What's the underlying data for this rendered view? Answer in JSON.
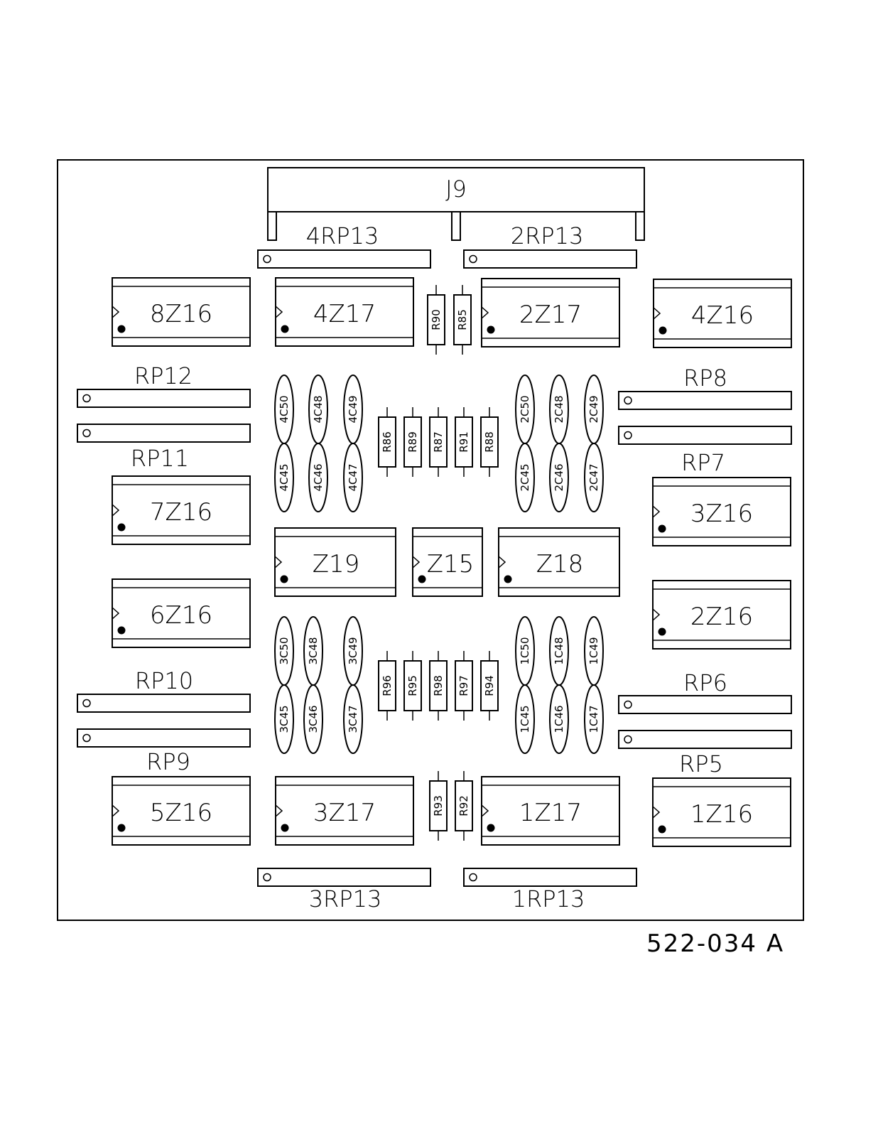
{
  "connector": {
    "label": "J9"
  },
  "chips": {
    "z8_16": "8Z16",
    "z4_17": "4Z17",
    "z2_17": "2Z17",
    "z4_16": "4Z16",
    "z7_16": "7Z16",
    "z3_16": "3Z16",
    "z19": "Z19",
    "z15": "Z15",
    "z18": "Z18",
    "z6_16": "6Z16",
    "z2_16": "2Z16",
    "z5_16": "5Z16",
    "z3_17": "3Z17",
    "z1_17": "1Z17",
    "z1_16": "1Z16"
  },
  "resistor_packs": {
    "rp4_13": "4RP13",
    "rp2_13": "2RP13",
    "rp12": "RP12",
    "rp11": "RP11",
    "rp8": "RP8",
    "rp7": "RP7",
    "rp10": "RP10",
    "rp9": "RP9",
    "rp6": "RP6",
    "rp5": "RP5",
    "rp3_13": "3RP13",
    "rp1_13": "1RP13"
  },
  "resistors": {
    "r90": "R90",
    "r85": "R85",
    "r86": "R86",
    "r89": "R89",
    "r87": "R87",
    "r91": "R91",
    "r88": "R88",
    "r96": "R96",
    "r95": "R95",
    "r98": "R98",
    "r97": "R97",
    "r94": "R94",
    "r93": "R93",
    "r92": "R92"
  },
  "capacitors": {
    "c4_50": "4C50",
    "c4_48": "4C48",
    "c4_49": "4C49",
    "c4_45": "4C45",
    "c4_46": "4C46",
    "c4_47": "4C47",
    "c2_50": "2C50",
    "c2_48": "2C48",
    "c2_49": "2C49",
    "c2_45": "2C45",
    "c2_46": "2C46",
    "c2_47": "2C47",
    "c3_50": "3C50",
    "c3_48": "3C48",
    "c3_49": "3C49",
    "c3_45": "3C45",
    "c3_46": "3C46",
    "c3_47": "3C47",
    "c1_50": "1C50",
    "c1_48": "1C48",
    "c1_49": "1C49",
    "c1_45": "1C45",
    "c1_46": "1C46",
    "c1_47": "1C47"
  },
  "document_number": "522-034  A"
}
